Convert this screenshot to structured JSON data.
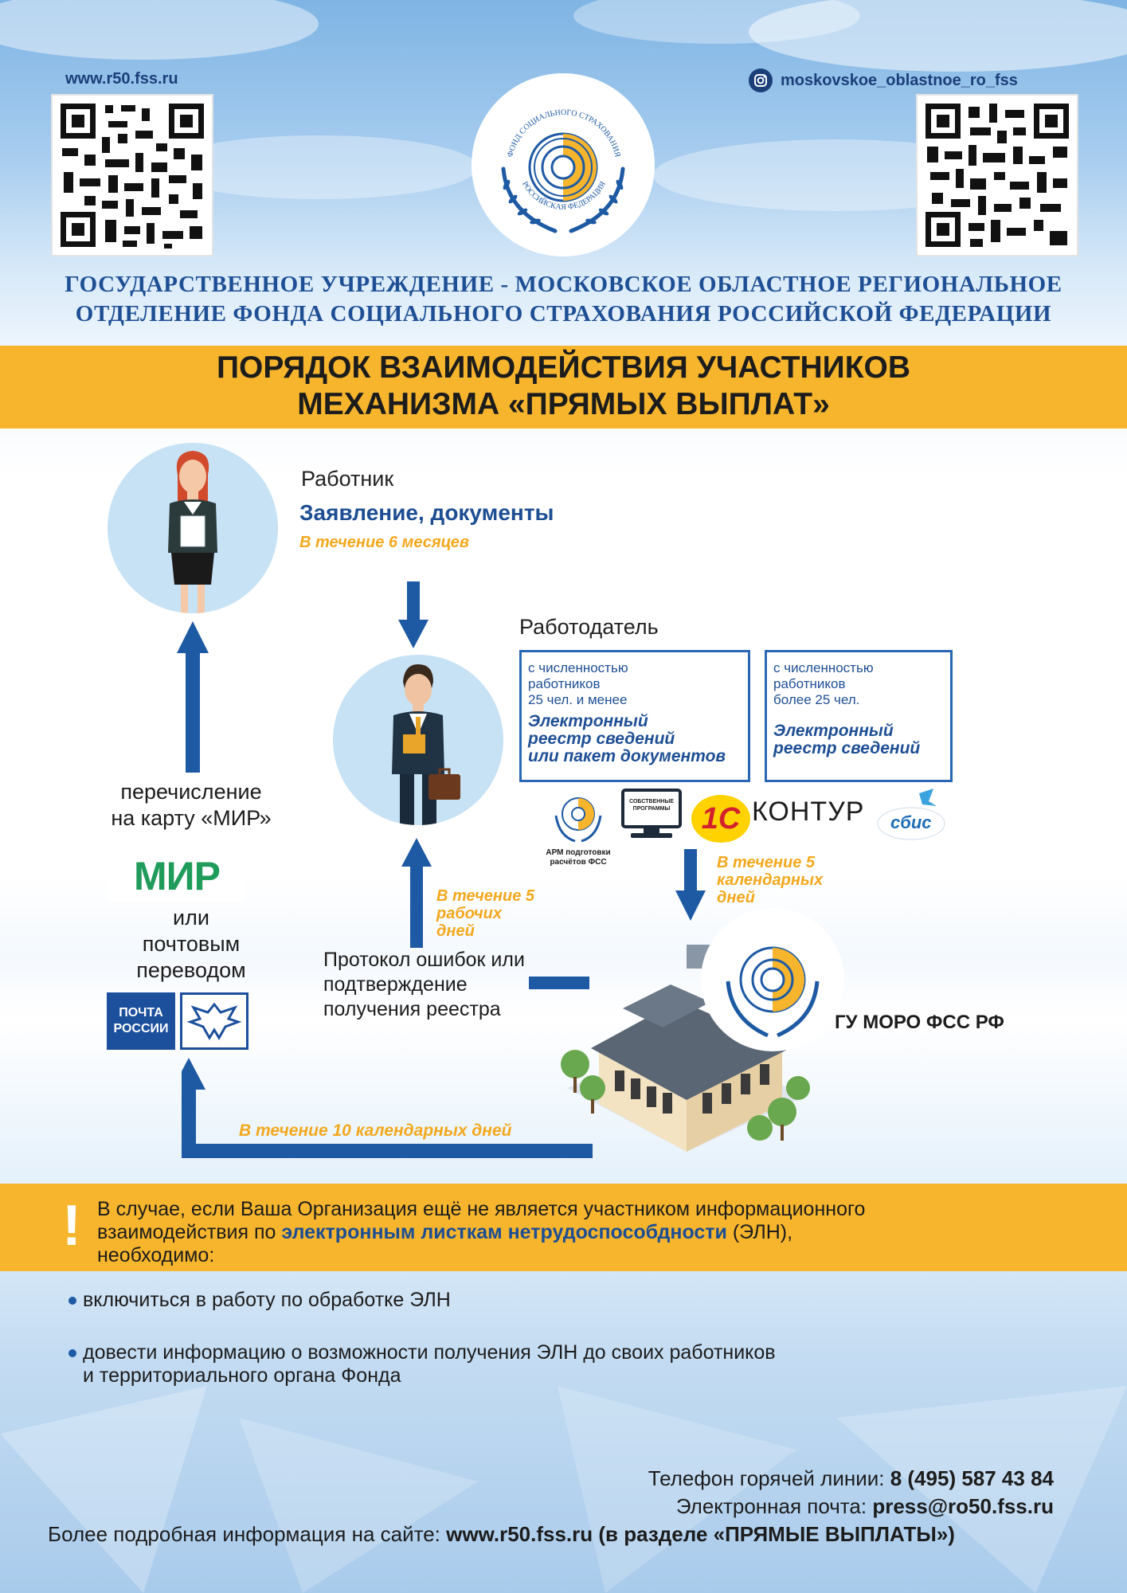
{
  "header": {
    "site_url": "www.r50.fss.ru",
    "instagram": "moskovskoe_oblastnoe_ro_fss",
    "logo_text_top": "ФОНД СОЦИАЛЬНОГО СТРАХОВАНИЯ",
    "logo_text_bottom": "РОССИЙСКАЯ ФЕДЕРАЦИЯ",
    "org_line1": "ГОСУДАРСТВЕННОЕ УЧРЕЖДЕНИЕ - МОСКОВСКОЕ ОБЛАСТНОЕ РЕГИОНАЛЬНОЕ",
    "org_line2": "ОТДЕЛЕНИЕ ФОНДА СОЦИАЛЬНОГО СТРАХОВАНИЯ РОССИЙСКОЙ ФЕДЕРАЦИИ"
  },
  "banner": {
    "line1": "ПОРЯДОК ВЗАИМОДЕЙСТВИЯ УЧАСТНИКОВ",
    "line2": "МЕХАНИЗМА «ПРЯМЫХ ВЫПЛАТ»"
  },
  "worker": {
    "label": "Работник",
    "action": "Заявление, документы",
    "term": "В течение 6 месяцев"
  },
  "employer": {
    "label": "Работодатель",
    "box1": {
      "line1": "с численностью",
      "line2": "работников",
      "line3": "25 чел. и менее",
      "bold1": "Электронный",
      "bold2": "реестр сведений",
      "bold3": "или пакет документов"
    },
    "box2": {
      "line1": "с численностью",
      "line2": "работников",
      "line3": "более 25 чел.",
      "bold1": "Электронный",
      "bold2": "реестр сведений"
    },
    "software": {
      "arm_line1": "АРМ подготовки",
      "arm_line2": "расчётов ФСС",
      "own_line1": "СОБСТВЕННЫЕ",
      "own_line2": "ПРОГРАММЫ",
      "onec": "1С",
      "kontur": "КОНТУР",
      "sbis": "сбис"
    }
  },
  "flow": {
    "to_fss_term_1": "В течение 5",
    "to_fss_term_2": "календарных",
    "to_fss_term_3": "дней",
    "back_term_1": "В течение 5",
    "back_term_2": "рабочих",
    "back_term_3": "дней",
    "protocol_1": "Протокол ошибок или",
    "protocol_2": "подтверждение",
    "protocol_3": "получения реестра",
    "fss_name": "ГУ МОРО ФСС РФ",
    "payment_term": "В течение 10 календарных дней",
    "transfer_1": "перечисление",
    "transfer_2": "на карту «МИР»",
    "mir": "МИР",
    "or": "или",
    "postal_1": "почтовым",
    "postal_2": "переводом",
    "post_1": "ПОЧТА",
    "post_2": "РОССИИ"
  },
  "notice": {
    "mark": "!",
    "line1": "В случае, если Ваша Организация ещё не является участником информационного",
    "line2_pre": "взаимодействия по ",
    "line2_link": "электронным листкам нетрудоспособдности",
    "line2_post": " (ЭЛН),",
    "line3": "необходимо:",
    "bullet1": "включиться в работу по обработке ЭЛН",
    "bullet2_1": "довести информацию о возможности получения ЭЛН до своих работников",
    "bullet2_2": "и территориального органа Фонда"
  },
  "footer": {
    "phone_label": "Телефон горячей линии: ",
    "phone": "8 (495) 587 43 84",
    "email_label": "Электронная почта: ",
    "email": "press@ro50.fss.ru",
    "site_label": "Более подробная информация на сайте: ",
    "site": "www.r50.fss.ru (в разделе «ПРЯМЫЕ ВЫПЛАТЫ»)"
  },
  "colors": {
    "brand_blue": "#1e5aa4",
    "accent_orange": "#f6b52d",
    "mir_green": "#1f9b5a"
  }
}
